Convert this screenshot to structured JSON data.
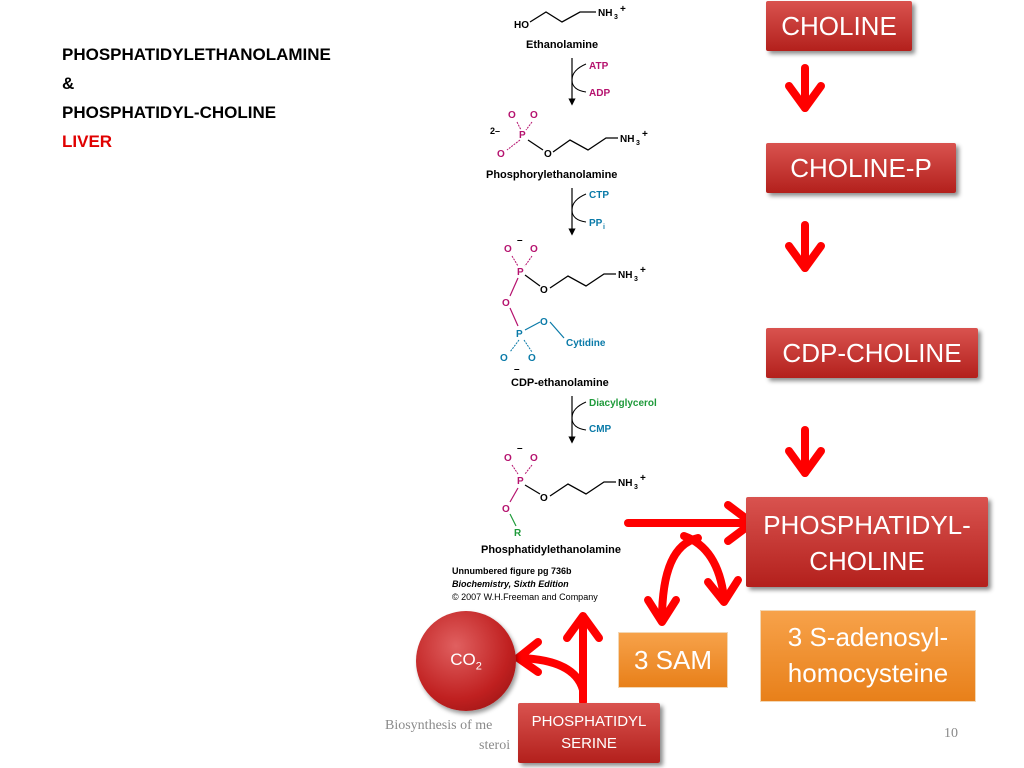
{
  "title": {
    "line1": "PHOSPHATIDYLETHANOLAMINE",
    "line2": "&",
    "line3": "PHOSPHATIDYL-CHOLINE",
    "line4": "LIVER"
  },
  "pathway": {
    "ethanolamine": {
      "ho": "HO",
      "nh3": "NH",
      "name": "Ethanolamine"
    },
    "step1": {
      "in": "ATP",
      "out": "ADP"
    },
    "phosphoryl": {
      "charge": "2–",
      "o": "O",
      "p": "P",
      "nh3": "NH",
      "name": "Phosphorylethanolamine"
    },
    "step2": {
      "in": "CTP",
      "out": "PP"
    },
    "cdp": {
      "o": "O",
      "p": "P",
      "nh3": "NH",
      "cytidine": "Cytidine",
      "name": "CDP-ethanolamine",
      "minus": "–"
    },
    "step3": {
      "in": "Diacylglycerol",
      "out": "CMP"
    },
    "pe": {
      "o": "O",
      "p": "P",
      "r": "R",
      "nh3": "NH",
      "name": "Phosphatidylethanolamine",
      "minus": "–"
    },
    "caption": {
      "line1": "Unnumbered figure pg 736b",
      "line2": "Biochemistry, Sixth Edition",
      "line3": "© 2007 W.H.Freeman and Company"
    }
  },
  "boxes": {
    "choline": "CHOLINE",
    "choline_p": "CHOLINE-P",
    "cdp_choline": "CDP-CHOLINE",
    "pc_line1": "PHOSPHATIDYL-",
    "pc_line2": "CHOLINE",
    "sam": "3 SAM",
    "sah_line1": "3 S-adenosyl-",
    "sah_line2": "homocysteine",
    "co2": "CO",
    "co2_sub": "2",
    "ps_line1": "PHOSPHATIDYL",
    "ps_line2": "SERINE"
  },
  "footer": {
    "line1": "Biosynthesis of me",
    "line2": "steroi",
    "page": "10"
  },
  "colors": {
    "red_arrow": "#ff0000",
    "box_red": "#c0302b",
    "box_orange": "#f08c2a",
    "magenta": "#b5126e",
    "teal": "#0a7aa8",
    "green": "#1e9a3a"
  }
}
